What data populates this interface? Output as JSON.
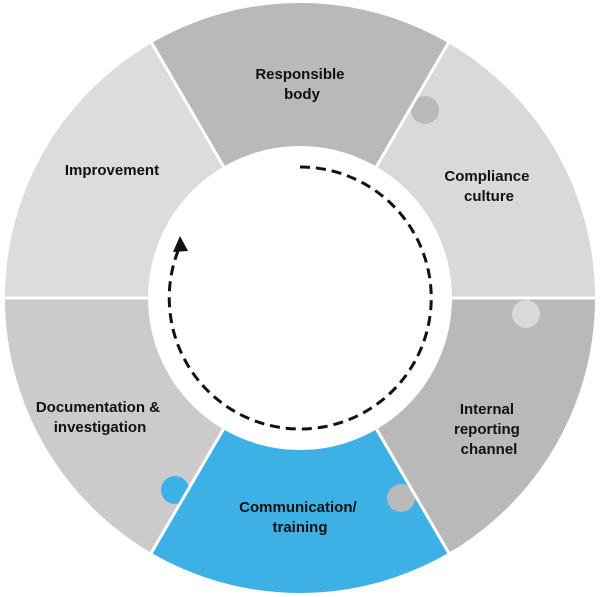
{
  "segments": [
    {
      "id": "responsible-body",
      "lines": [
        "Responsible",
        "body"
      ],
      "color": "#b9b9b9"
    },
    {
      "id": "compliance-culture",
      "lines": [
        "Compliance",
        "culture"
      ],
      "color": "#d9d9d9"
    },
    {
      "id": "internal-reporting-channel",
      "lines": [
        "Internal",
        "reporting",
        "channel"
      ],
      "color": "#b9b9b9"
    },
    {
      "id": "communication-training",
      "lines": [
        "Communication/",
        "training"
      ],
      "color": "#3db1e6"
    },
    {
      "id": "documentation-investigation",
      "lines": [
        "Documentation &",
        "investigation"
      ],
      "color": "#cbcbcb"
    },
    {
      "id": "improvement",
      "lines": [
        "Improvement"
      ],
      "color": "#dcdcdc"
    }
  ],
  "colors": {
    "highlight": "#3db1e6",
    "arrow": "#111111",
    "inner": "#ffffff"
  },
  "icons": {
    "cycle": "dashed-circular-arrow"
  }
}
